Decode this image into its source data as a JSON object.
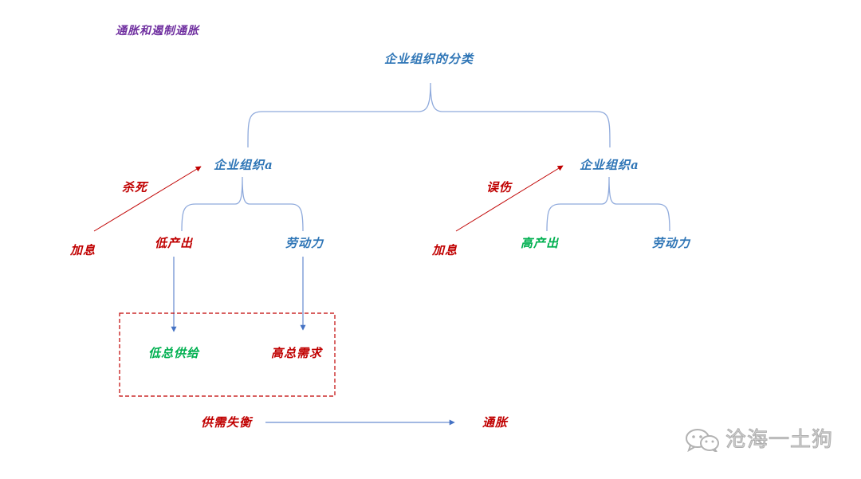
{
  "title": "通胀和遏制通胀",
  "nodes": {
    "root": "企业组织的分类",
    "org_left": "企业组织a",
    "org_right": "企业组织a",
    "kill": "杀死",
    "mistake": "误伤",
    "rate_hike_left": "加息",
    "rate_hike_right": "加息",
    "low_output": "低产出",
    "labor_left": "劳动力",
    "high_output": "高产出",
    "labor_right": "劳动力",
    "low_supply": "低总供给",
    "high_demand": "高总需求",
    "imbalance": "供需失衡",
    "inflation": "通胀"
  },
  "watermark": {
    "icon": "wechat-icon",
    "text": "沧海一土狗"
  },
  "colors": {
    "title": "#7030a0",
    "blue": "#2e75b6",
    "red": "#c00000",
    "green": "#00b050",
    "bracket": "#8faadc",
    "arrow": "#4472c4",
    "dash": "#c00000"
  }
}
